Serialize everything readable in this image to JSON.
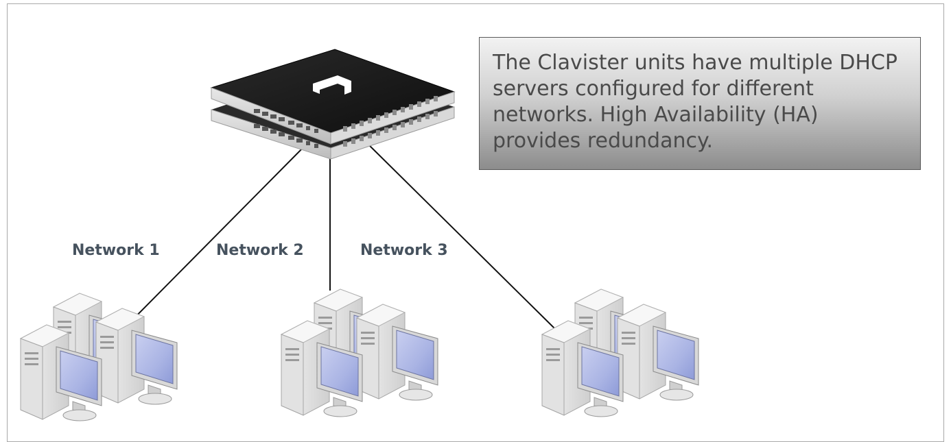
{
  "callout": {
    "text": "The Clavister units have multiple DHCP servers configured for different networks. High Availability (HA) provides redundancy."
  },
  "networks": [
    {
      "label": "Network 1"
    },
    {
      "label": "Network 2"
    },
    {
      "label": "Network 3"
    }
  ],
  "icons": {
    "firewall": "ha-firewall-pair-icon",
    "clients": "workstation-group-icon"
  },
  "colors": {
    "label_text": "#46525e",
    "callout_text": "#4a4a4a",
    "device_top": "#1c1c1c",
    "monitor_screen": "#aab4e4"
  }
}
